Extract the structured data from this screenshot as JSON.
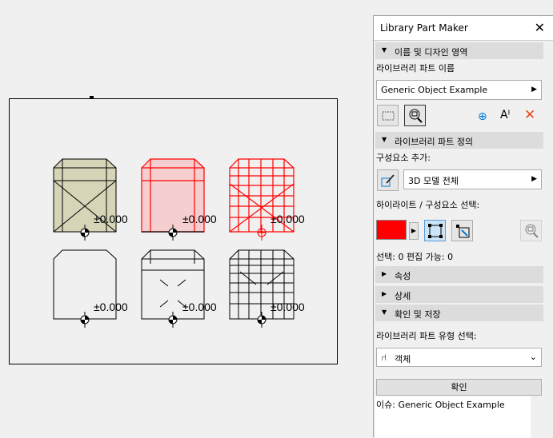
{
  "canvas": {
    "values": [
      "±0.000",
      "±0.000",
      "±0.000",
      "±0.000",
      "±0.000",
      "±0.000"
    ]
  },
  "panel": {
    "title": "Library Part Maker",
    "sections": {
      "name_design": "이름 및 디자인 영역",
      "definition": "라이브러리 파트 정의",
      "properties": "속성",
      "details": "상세",
      "confirm_save": "확인 및 저장"
    },
    "part_name_label": "라이브러리 파트 이름",
    "part_name_value": "Generic Object Example",
    "add_component_label": "구성요소 추가:",
    "add_component_value": "3D 모델 전체",
    "highlight_label": "하이라이트 / 구성요소 선택:",
    "selection_status": "선택: 0 편집 가능: 0",
    "type_label": "라이브러리 파트 유형 선택:",
    "type_value": "객체",
    "ok_label": "확인",
    "issue_text": "이슈: Generic Object Example",
    "highlight_color": "#ff0000",
    "accent_color": "#0078d7"
  },
  "icons": [
    "close-icon",
    "rectangle-select-icon",
    "zoom-fit-icon",
    "add-circle-icon",
    "text-style-icon",
    "delete-icon",
    "component-brush-icon",
    "color-dropdown-icon",
    "select-box-icon",
    "select-arrow-icon",
    "zoom-disabled-icon",
    "object-chair-icon",
    "chevron-down-icon"
  ]
}
